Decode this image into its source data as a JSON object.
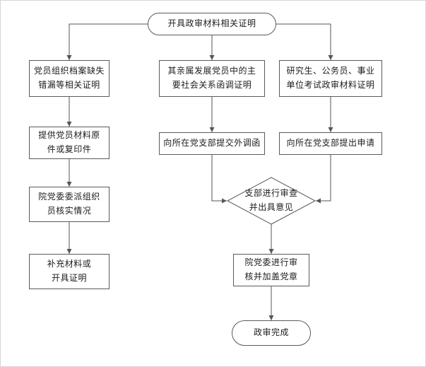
{
  "diagram": {
    "type": "flowchart",
    "nodes": {
      "start": {
        "label": "开具政审材料相关证明",
        "shape": "stadium"
      },
      "left1": {
        "label": "党员组织档案缺失\n错漏等相关证明",
        "shape": "rect"
      },
      "left2": {
        "label": "提供党员材料原\n件或复印件",
        "shape": "rect"
      },
      "left3": {
        "label": "院党委委派组织\n员核实情况",
        "shape": "rect"
      },
      "left4": {
        "label": "补充材料或\n开具证明",
        "shape": "rect"
      },
      "mid1": {
        "label": "其亲属发展党员中的主\n要社会关系函调证明",
        "shape": "rect"
      },
      "mid2": {
        "label": "向所在党支部提交外调函",
        "shape": "rect"
      },
      "right1": {
        "label": "研究生、公务员、事业\n单位考试政审材料证明",
        "shape": "rect"
      },
      "right2": {
        "label": "向所在党支部提出申请",
        "shape": "rect"
      },
      "review": {
        "label": "支部进行审查\n并出具意见",
        "shape": "diamond"
      },
      "committee": {
        "label": "院党委进行审\n核并加盖党章",
        "shape": "rect"
      },
      "end": {
        "label": "政审完成",
        "shape": "stadium"
      }
    },
    "edges": [
      {
        "from": "start",
        "to": "left1"
      },
      {
        "from": "start",
        "to": "mid1"
      },
      {
        "from": "start",
        "to": "right1"
      },
      {
        "from": "left1",
        "to": "left2"
      },
      {
        "from": "left2",
        "to": "left3"
      },
      {
        "from": "left3",
        "to": "left4"
      },
      {
        "from": "mid1",
        "to": "mid2"
      },
      {
        "from": "right1",
        "to": "right2"
      },
      {
        "from": "mid2",
        "to": "review"
      },
      {
        "from": "right2",
        "to": "review"
      },
      {
        "from": "review",
        "to": "committee"
      },
      {
        "from": "committee",
        "to": "end"
      }
    ]
  }
}
